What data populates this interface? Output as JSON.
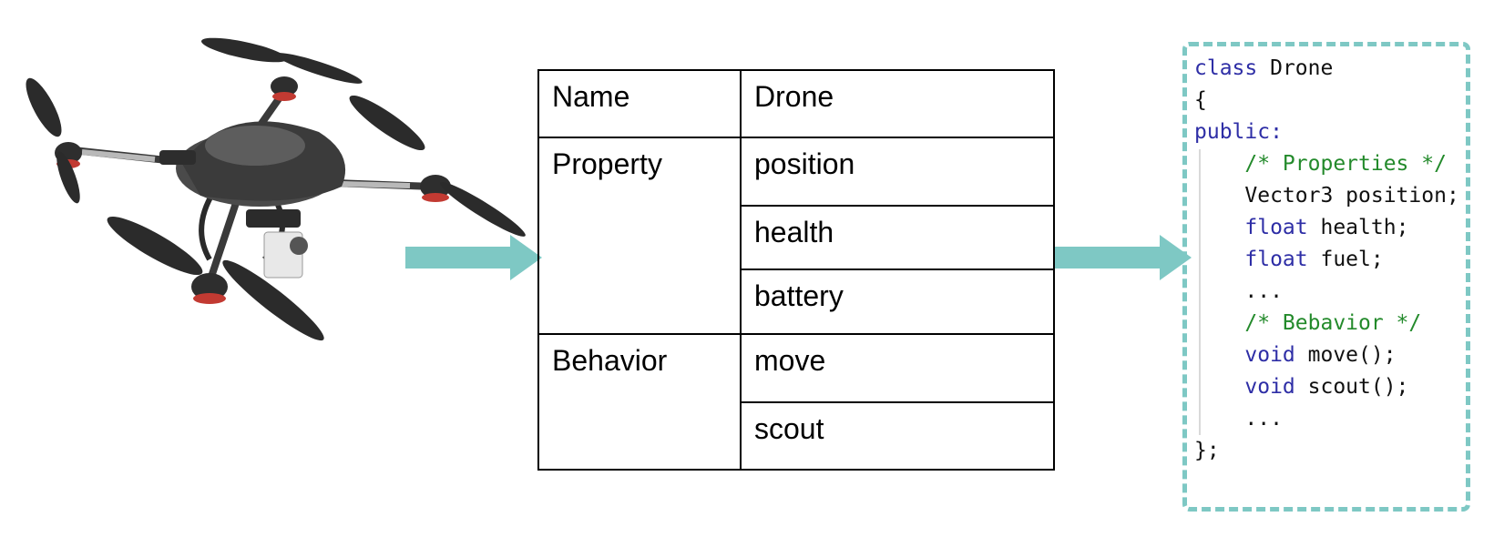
{
  "table": {
    "rows": [
      {
        "label": "Name",
        "values": [
          "Drone"
        ]
      },
      {
        "label": "Property",
        "values": [
          "position",
          "health",
          "battery"
        ]
      },
      {
        "label": "Behavior",
        "values": [
          "move",
          "scout"
        ]
      }
    ]
  },
  "code": {
    "line1_kw": "class",
    "line1_rest": " Drone",
    "line2": "{",
    "line3_kw": "public:",
    "line4_comment": "/* Properties */",
    "line5": "Vector3 position;",
    "line6_kw": "float",
    "line6_rest": " health;",
    "line7_kw": "float",
    "line7_rest": " fuel;",
    "line8": "...",
    "line9_comment": "/* Bebavior */",
    "line10_kw": "void",
    "line10_rest": " move();",
    "line11_kw": "void",
    "line11_rest": " scout();",
    "line12": "...",
    "line13": "};"
  },
  "colors": {
    "arrow": "#7ec8c4",
    "keyword": "#2e2ea6",
    "comment": "#238a2b",
    "dashed_border": "#7ec8c4"
  }
}
